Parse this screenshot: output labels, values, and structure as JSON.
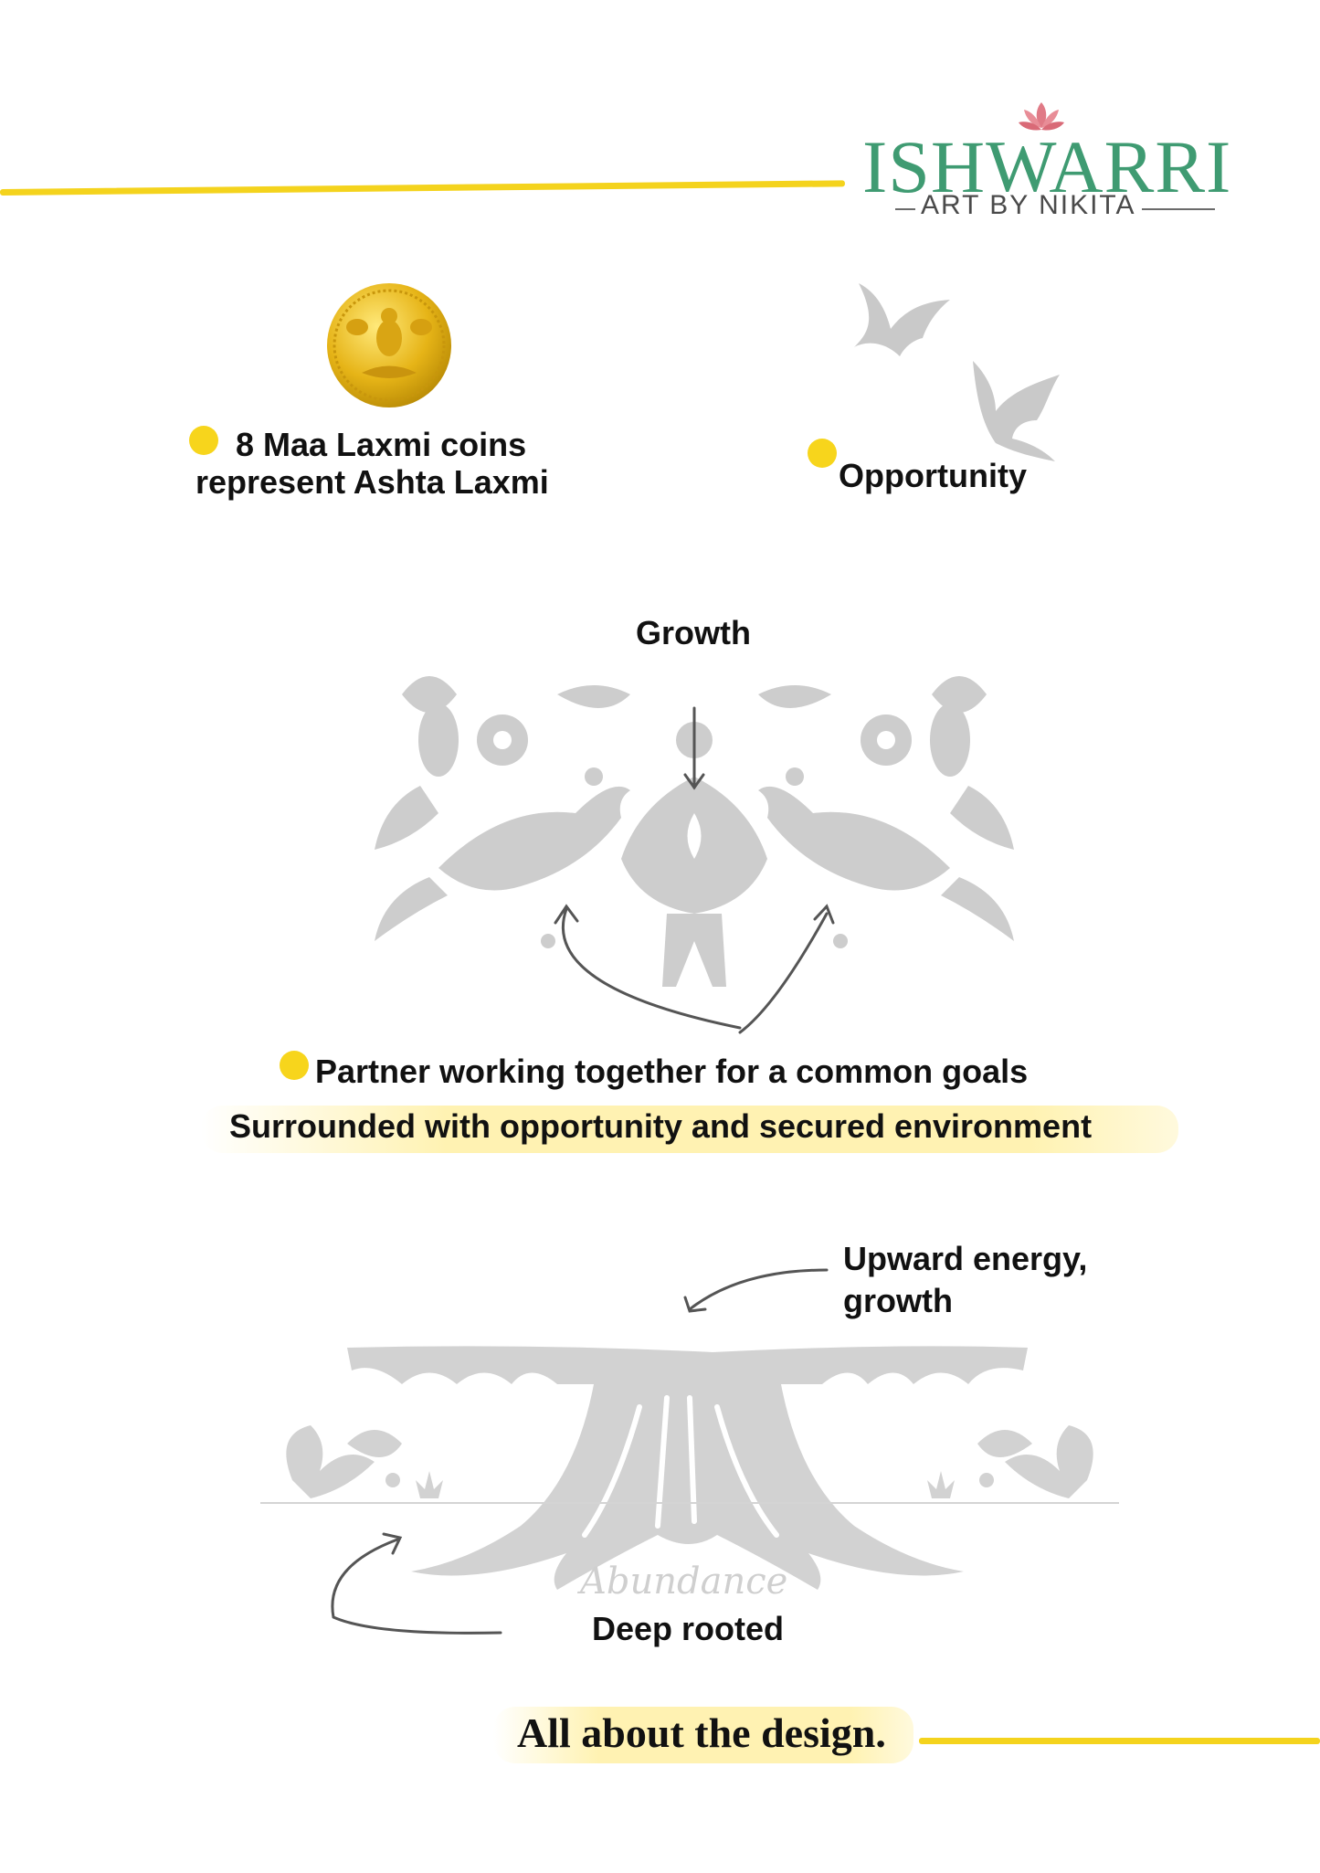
{
  "brand": {
    "name": "ISHWARRI",
    "tagline": "ART BY NIKITA",
    "lotus_color": "#e07a86",
    "brand_color": "#3f9b72"
  },
  "accent_color": "#f4d31d",
  "sections": {
    "coins": {
      "label_line1": "8 Maa Laxmi coins",
      "label_line2": "represent  Ashta Laxmi",
      "icon": "gold-coin-icon"
    },
    "opportunity": {
      "label": "Opportunity",
      "icon": "flying-birds-icon"
    },
    "growth": {
      "label": "Growth",
      "icon": "folk-art-birds-tree"
    },
    "partners": {
      "label": "Partner working together for a common goals",
      "subtitle": "Surrounded with opportunity and secured environment"
    },
    "upward": {
      "label_line1": "Upward energy,",
      "label_line2": "growth"
    },
    "abundance": {
      "watermark": "Abundance",
      "label": "Deep rooted",
      "icon": "tree-trunk-roots"
    }
  },
  "footer": {
    "title": "All about the design."
  }
}
